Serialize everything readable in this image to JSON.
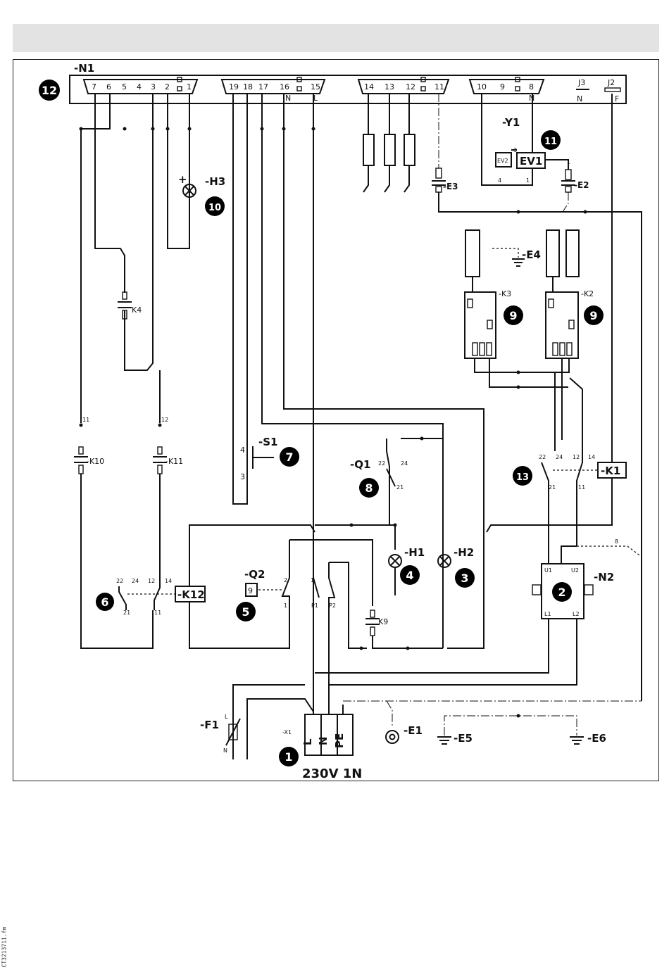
{
  "controller": {
    "label": "-N1",
    "callout": "12",
    "pins_a": [
      "7",
      "6",
      "5",
      "4",
      "3",
      "2",
      "1"
    ],
    "pins_b": [
      "19",
      "18",
      "17",
      "16",
      "15"
    ],
    "pins_b_sub": [
      "N",
      "L"
    ],
    "pins_c": [
      "14",
      "13",
      "12",
      "11"
    ],
    "pins_d": [
      "10",
      "9",
      "8"
    ],
    "pins_d_sub": "N",
    "j3": "J3",
    "j3_sub": "N",
    "j2": "J2",
    "j2_sub": "F"
  },
  "components": {
    "h3": {
      "label": "-H3",
      "callout": "10"
    },
    "y1": {
      "label": "-Y1",
      "callout": "11",
      "ev1": "EV1",
      "ev2": "EV2",
      "pin3": "3",
      "pin4": "4",
      "pin1": "1"
    },
    "e3": {
      "label": "-E3"
    },
    "e2": {
      "label": "-E2"
    },
    "e4": {
      "label": "-E4"
    },
    "k3": {
      "label": "-K3",
      "callout": "9"
    },
    "k2": {
      "label": "-K2",
      "callout": "9"
    },
    "k4": {
      "label": "K4"
    },
    "k10": {
      "label": "-K10",
      "pin": "11"
    },
    "k11": {
      "label": "-K11",
      "pin": "12"
    },
    "s1": {
      "label": "-S1",
      "callout": "7",
      "pin4": "4",
      "pin3": "3"
    },
    "q1": {
      "label": "-Q1",
      "callout": "8",
      "p22": "22",
      "p24": "24",
      "p21": "21"
    },
    "k1": {
      "label": "-K1",
      "callout": "13",
      "p22": "22",
      "p24": "24",
      "p12": "12",
      "p14": "14",
      "p21": "21",
      "p11": "11"
    },
    "h1": {
      "label": "-H1",
      "callout": "4"
    },
    "h2": {
      "label": "-H2",
      "callout": "3"
    },
    "n2": {
      "label": "-N2",
      "callout": "2",
      "u1": "U1",
      "u2": "U2",
      "l1": "L1",
      "l2": "L2",
      "wire": "8"
    },
    "k12": {
      "label": "-K12",
      "callout": "6",
      "p22": "22",
      "p24": "24",
      "p12": "12",
      "p14": "14",
      "p21": "21",
      "p11": "11"
    },
    "q2": {
      "label": "-Q2",
      "callout": "5",
      "p2": "2",
      "p1": "1",
      "pp1": "1",
      "pP1": "P1",
      "pP2": "P2"
    },
    "k9": {
      "label": "K9"
    },
    "f1": {
      "label": "-F1",
      "pinL": "L",
      "pinN": "N"
    },
    "x1": {
      "label": "-X1",
      "callout": "1",
      "terminals": [
        "L",
        "N",
        "PE"
      ],
      "supply": "230V 1N"
    },
    "e1": {
      "label": "-E1"
    },
    "e5": {
      "label": "-E5"
    },
    "e6": {
      "label": "-E6"
    }
  },
  "margin_code": "CT3213711.fm"
}
